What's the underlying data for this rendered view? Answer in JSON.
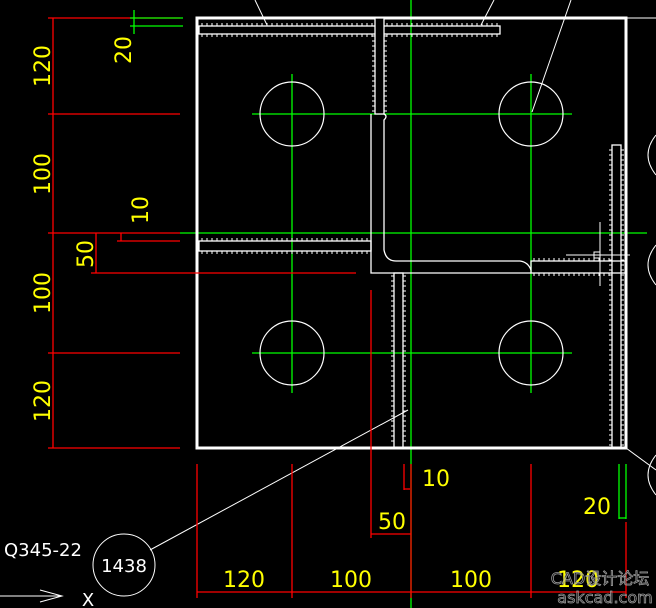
{
  "colors": {
    "background": "#000000",
    "plate": "#ffffff",
    "centerline": "#00ff00",
    "dimension": "#ff0000",
    "dim_text": "#ffff00",
    "watermark": "#9a9a9a"
  },
  "dimensions": {
    "left": [
      "120",
      "100",
      "100",
      "120"
    ],
    "bottom": [
      "120",
      "100",
      "100",
      "120"
    ],
    "left_top_offset": "20",
    "left_weld_50": "50",
    "left_weld_10": "10",
    "bottom_weld_10": "10",
    "bottom_weld_50": "50",
    "bottom_right_20": "20"
  },
  "labels": {
    "material": "Q345-22",
    "part_number": "1438",
    "axis": "X"
  },
  "watermark": {
    "line1": "CAD设计论坛",
    "line2": "askcad.com"
  }
}
